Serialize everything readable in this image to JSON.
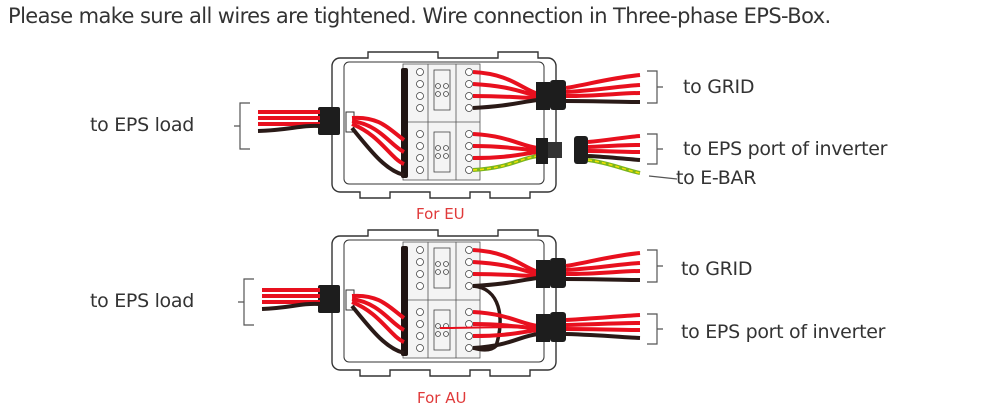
{
  "title": "Please make sure all wires are tightened. Wire connection in Three-phase EPS-Box.",
  "colors": {
    "wire_live": "#e8101e",
    "wire_neutral": "#2a1a17",
    "wire_earth_green": "#7ab51d",
    "wire_earth_yellow": "#f2e200",
    "caption": "#e03a3a",
    "text": "#333333",
    "outline": "#333333"
  },
  "diagrams": [
    {
      "caption": "For EU",
      "left_label": "to EPS load",
      "right_labels": [
        "to GRID",
        "to EPS port of inverter",
        "to E-BAR"
      ]
    },
    {
      "caption": "For AU",
      "left_label": "to EPS load",
      "right_labels": [
        "to GRID",
        "to EPS port of inverter"
      ]
    }
  ]
}
